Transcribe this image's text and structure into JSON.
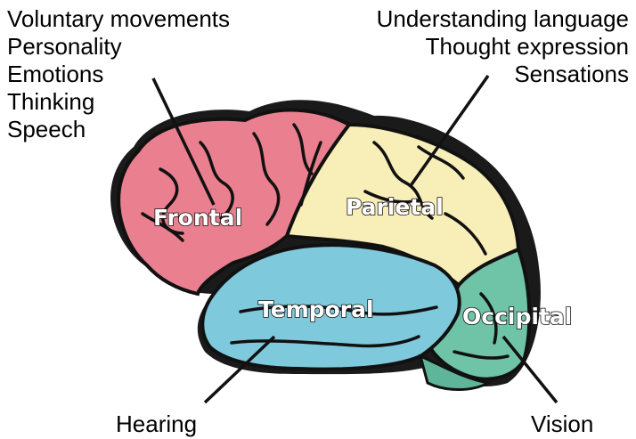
{
  "callouts": {
    "frontal_functions": [
      "Voluntary movements",
      "Personality",
      "Emotions",
      "Thinking",
      "Speech"
    ],
    "parietal_functions": [
      "Understanding language",
      "Thought expression",
      "Sensations"
    ],
    "temporal_function": "Hearing",
    "occipital_function": "Vision"
  },
  "lobes": {
    "frontal": "Frontal",
    "parietal": "Parietal",
    "temporal": "Temporal",
    "occipital": "Occipital"
  },
  "colors": {
    "frontal": "#ea7f8f",
    "parietal": "#f8eeb8",
    "temporal": "#7fc9dc",
    "occipital": "#6fc4a7",
    "outline": "#111111"
  }
}
